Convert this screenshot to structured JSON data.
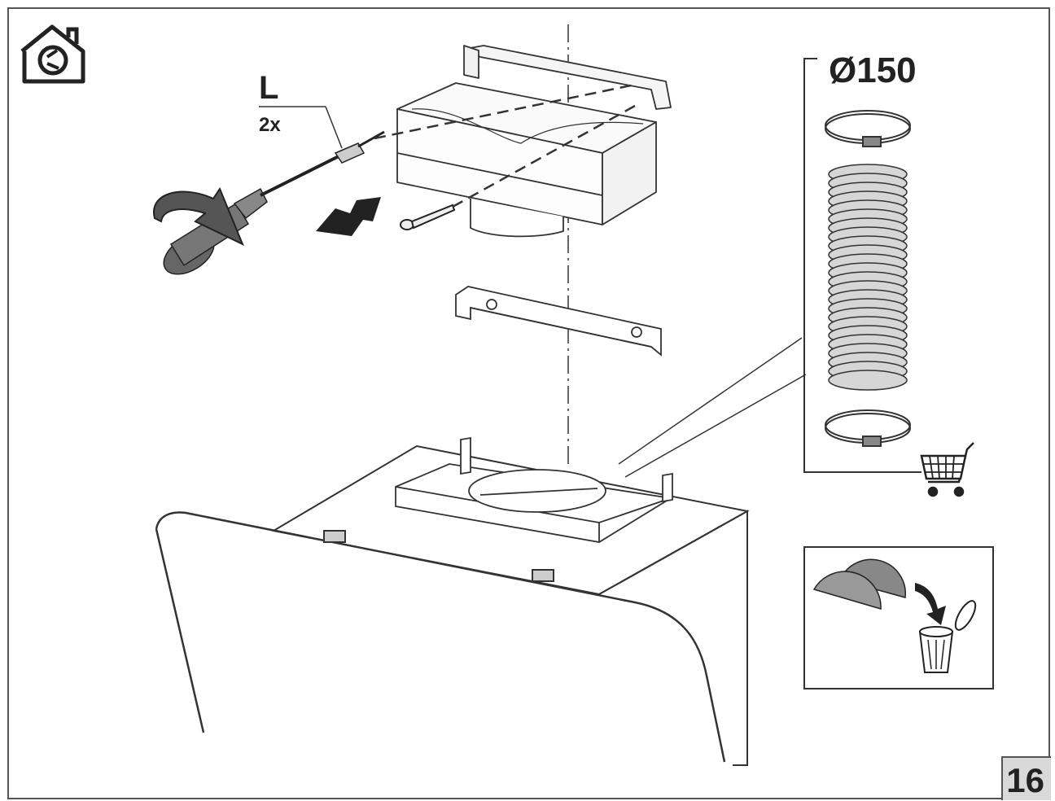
{
  "screw": {
    "code": "L",
    "quantity": "2x"
  },
  "duct": {
    "diameter": "Ø150"
  },
  "page": {
    "number": "16"
  },
  "icons": {
    "mode": "ducted-extraction-house-icon",
    "rotation": "clockwise-rotation-arrow-icon",
    "push": "insertion-arrow-icon",
    "purchase": "shopping-cart-icon",
    "discard": "trash-bin-icon"
  },
  "colors": {
    "line": "#333333",
    "frame": "#555555",
    "page_box": "#d9d9d9"
  }
}
